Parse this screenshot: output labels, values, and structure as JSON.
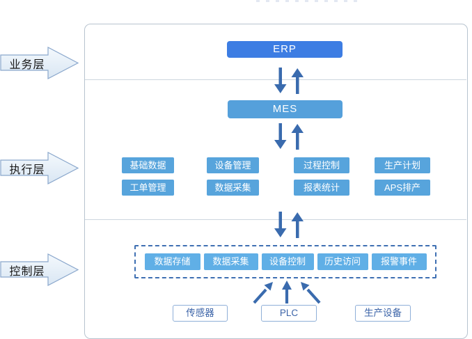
{
  "layers": [
    {
      "label": "业务层"
    },
    {
      "label": "执行层"
    },
    {
      "label": "控制层"
    }
  ],
  "business": {
    "erp_label": "ERP"
  },
  "execution": {
    "mes_label": "MES",
    "modules": [
      "基础数据",
      "设备管理",
      "过程控制",
      "生产计划",
      "工单管理",
      "数据采集",
      "报表统计",
      "APS排产"
    ]
  },
  "control": {
    "functions": [
      "数据存储",
      "数据采集",
      "设备控制",
      "历史访问",
      "报警事件"
    ],
    "devices": [
      "传感器",
      "PLC",
      "生产设备"
    ]
  },
  "colors": {
    "erp_box": "#3d7de3",
    "mes_box": "#55a0db",
    "module_box": "#57a4dc",
    "control_box": "#60afe6",
    "dashed_border": "#3e6fb2",
    "arrow": "#3a6bae",
    "device_border": "#8fafd8",
    "device_text": "#3c64a8",
    "layer_arrow_fill_top": "#f4f9fd",
    "layer_arrow_fill_bottom": "#d9e6f3",
    "layer_arrow_border": "#8aa7cc",
    "container_border": "#b7c3cf"
  }
}
